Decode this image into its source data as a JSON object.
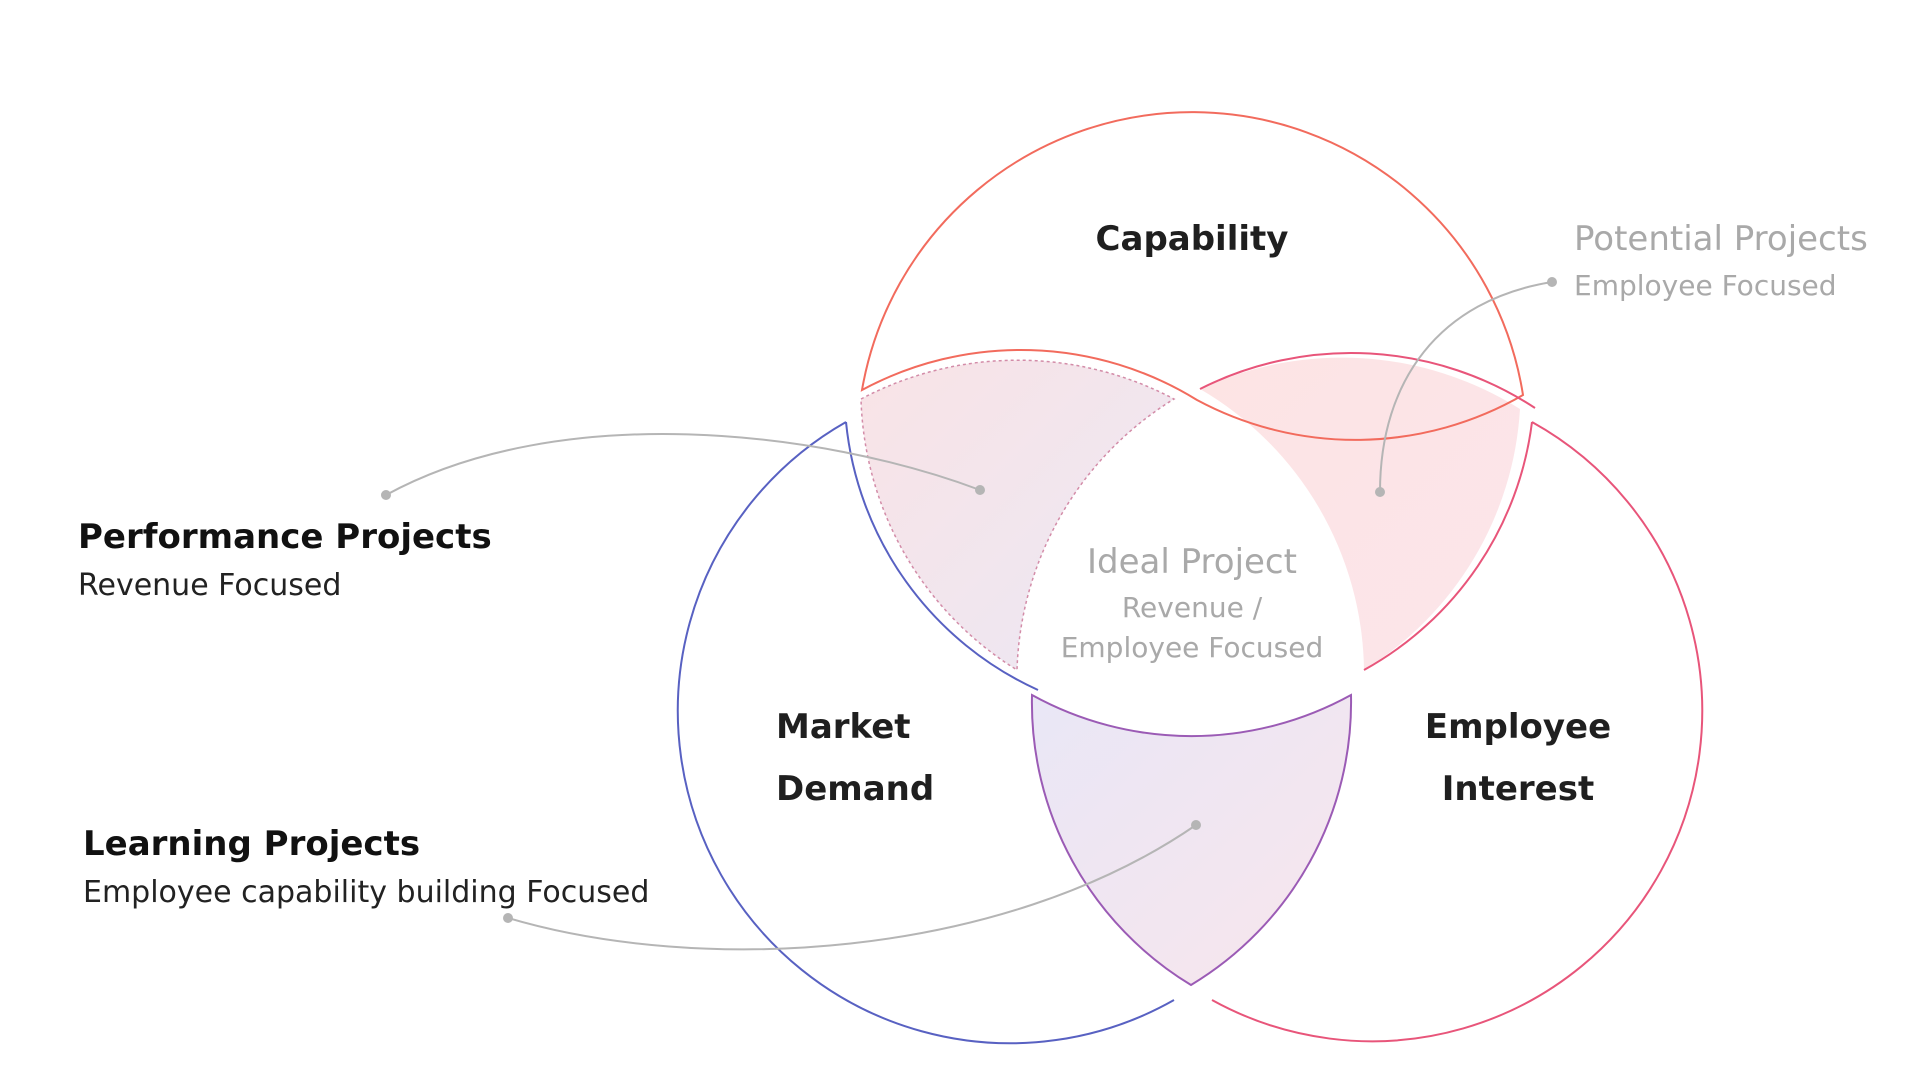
{
  "circles": {
    "capability": {
      "label": "Capability",
      "color": "#f26b5d"
    },
    "market_demand": {
      "label_lines": [
        "Market",
        "Demand"
      ],
      "color": "#5861c2"
    },
    "employee_interest": {
      "label_lines": [
        "Employee",
        "Interest"
      ],
      "color": "#e8557a"
    }
  },
  "center": {
    "title": "Ideal Project",
    "subtitle_lines": [
      "Revenue /",
      "Employee Focused"
    ]
  },
  "callouts": {
    "potential": {
      "title": "Potential Projects",
      "subtitle": "Employee Focused"
    },
    "performance": {
      "title": "Performance Projects",
      "subtitle": "Revenue Focused"
    },
    "learning": {
      "title": "Learning Projects",
      "subtitle": "Employee capability building Focused"
    }
  },
  "colors": {
    "leader_line": "#b5b5b5",
    "light_text": "#a9a9a9",
    "lens_learning_stroke": "#9b5bb5"
  }
}
